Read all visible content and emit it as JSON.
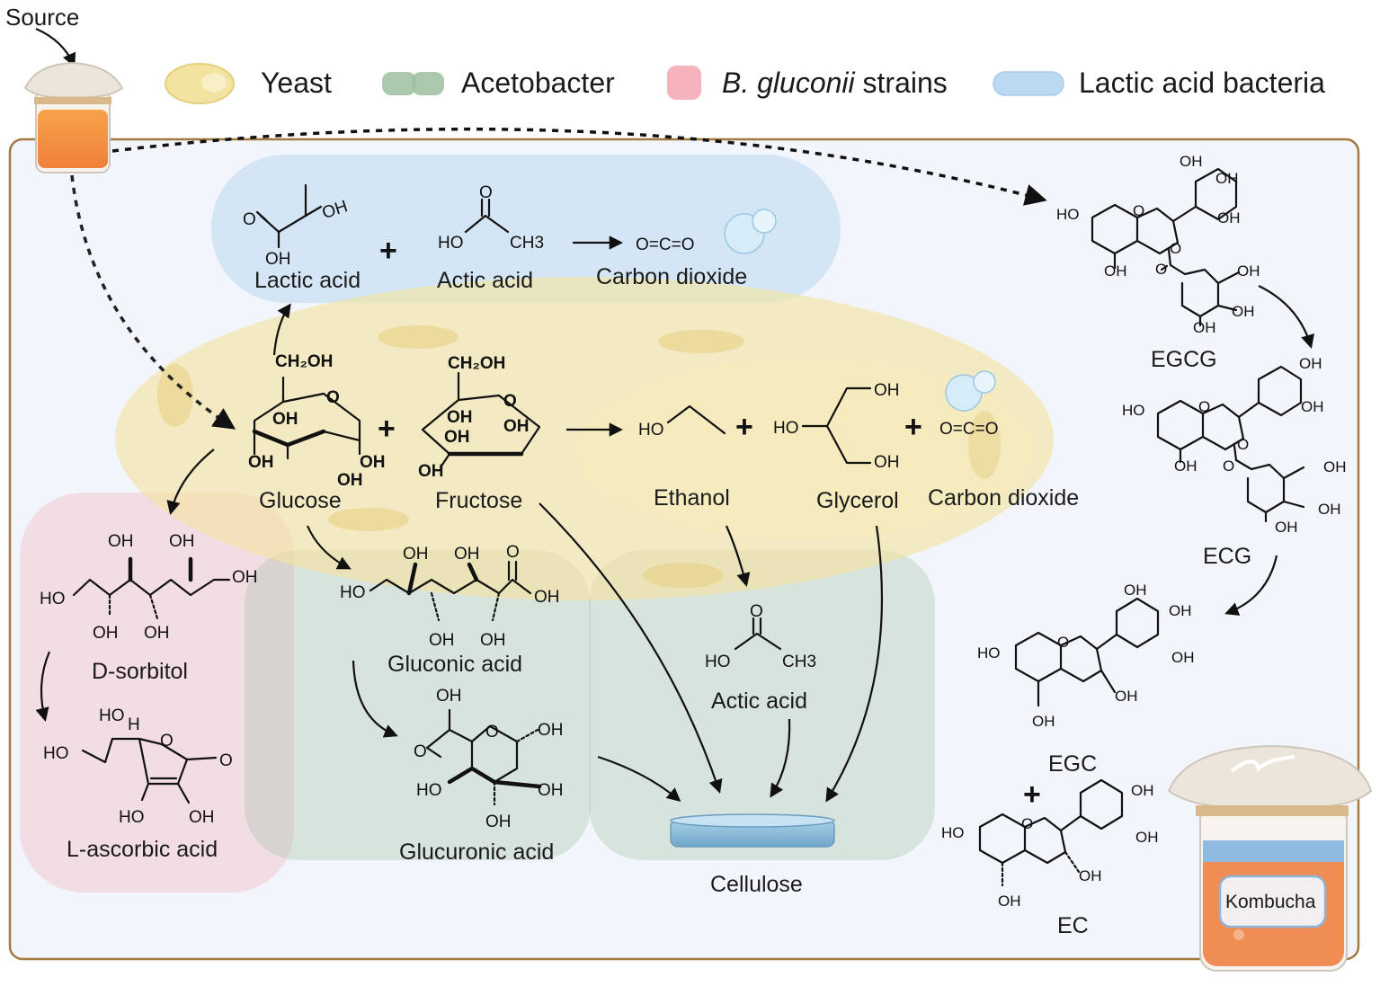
{
  "source_label": "Source",
  "legend": {
    "yeast": "Yeast",
    "acetobacter": "Acetobacter",
    "gluconii_italic": "B. gluconii",
    "gluconii_rest": " strains",
    "lab": "Lactic acid bacteria"
  },
  "colors": {
    "yeast": "#f3e3a0",
    "acetobacter": "#9fbf9f",
    "gluconii": "#f4b3bd",
    "lab": "#bcd9f2",
    "frame_border": "#a07a3e",
    "frame_fill": "#f2f5fb"
  },
  "lab_zone": {
    "lactic_acid": "Lactic acid",
    "actic_acid": "Actic acid",
    "carbon_dioxide": "Carbon dioxide"
  },
  "yeast_zone": {
    "glucose": "Glucose",
    "fructose": "Fructose",
    "ethanol": "Ethanol",
    "glycerol": "Glycerol",
    "carbon_dioxide": "Carbon dioxide"
  },
  "gluconii_zone": {
    "sorbitol": "D-sorbitol",
    "ascorbic": "L-ascorbic acid"
  },
  "acetobacter_zone": {
    "gluconic": "Gluconic acid",
    "glucuronic": "Glucuronic acid",
    "actic_acid": "Actic acid",
    "cellulose": "Cellulose"
  },
  "catechins": {
    "egcg": "EGCG",
    "ecg": "ECG",
    "egc": "EGC",
    "ec": "EC"
  },
  "product_jar_label": "Kombucha",
  "chem": {
    "oh": "OH",
    "ho": "HO",
    "o": "O",
    "h": "H",
    "ch3": "CH3",
    "ch2oh": "CH₂OH",
    "co2": "O=C=O"
  }
}
